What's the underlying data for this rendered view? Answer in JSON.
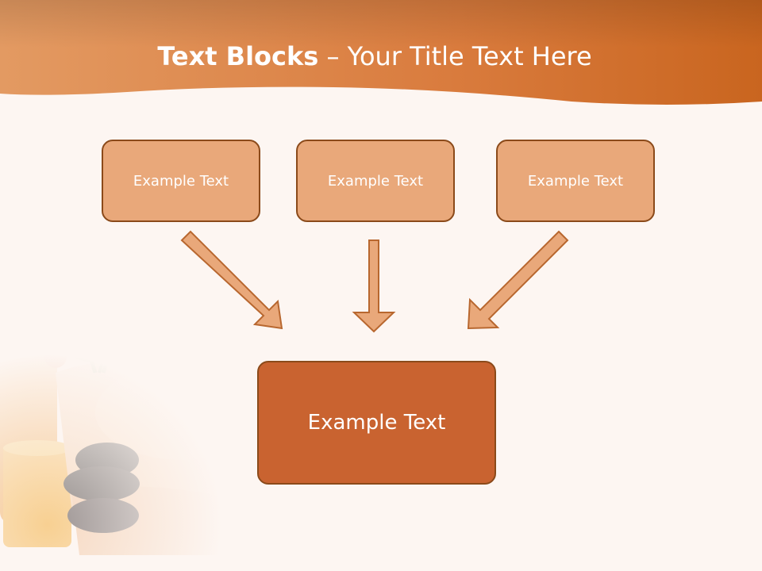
{
  "slide": {
    "title_bold": "Text Blocks",
    "title_separator": " – ",
    "title_rest": "Your Title Text Here",
    "boxes": [
      {
        "label": "Example Text"
      },
      {
        "label": "Example Text"
      },
      {
        "label": "Example Text"
      }
    ],
    "center_box": {
      "label": "Example Text"
    }
  },
  "colors": {
    "header": "#d8743a",
    "box_fill": "#e9a87a",
    "center_fill": "#c96330",
    "border": "#8b4a1a",
    "background": "#fdf6f2"
  }
}
